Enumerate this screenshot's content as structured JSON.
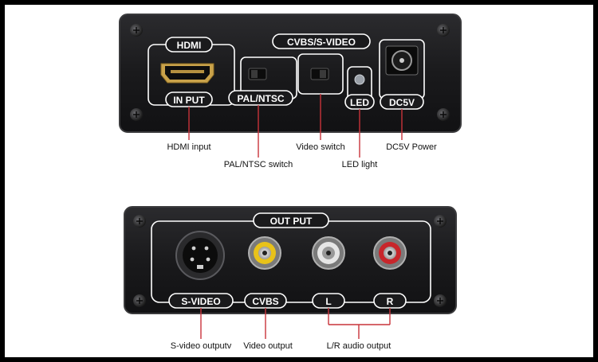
{
  "top_panel": {
    "hdmi_label": "HDMI",
    "input_label": "IN PUT",
    "pal_ntsc_label": "PAL/NTSC",
    "cvbs_svideo_label": "CVBS/S-VIDEO",
    "led_label": "LED",
    "dc5v_label": "DC5V"
  },
  "top_callouts": {
    "hdmi_input": "HDMI input",
    "pal_ntsc_switch": "PAL/NTSC switch",
    "video_switch": "Video switch",
    "led_light": "LED light",
    "dc5v_power": "DC5V Power"
  },
  "bottom_panel": {
    "output_label": "OUT PUT",
    "svideo_label": "S-VIDEO",
    "cvbs_label": "CVBS",
    "l_label": "L",
    "r_label": "R"
  },
  "bottom_callouts": {
    "svideo_output": "S-video outputv",
    "video_output": "Video output",
    "lr_audio_output": "L/R audio output"
  },
  "colors": {
    "panel": "#1d1d1f",
    "panel_edge": "#3a3a3c",
    "callout_line": "#c9333a",
    "rca_yellow": "#e8c21a",
    "rca_white": "#e6e6e6",
    "rca_red": "#c8262b"
  }
}
